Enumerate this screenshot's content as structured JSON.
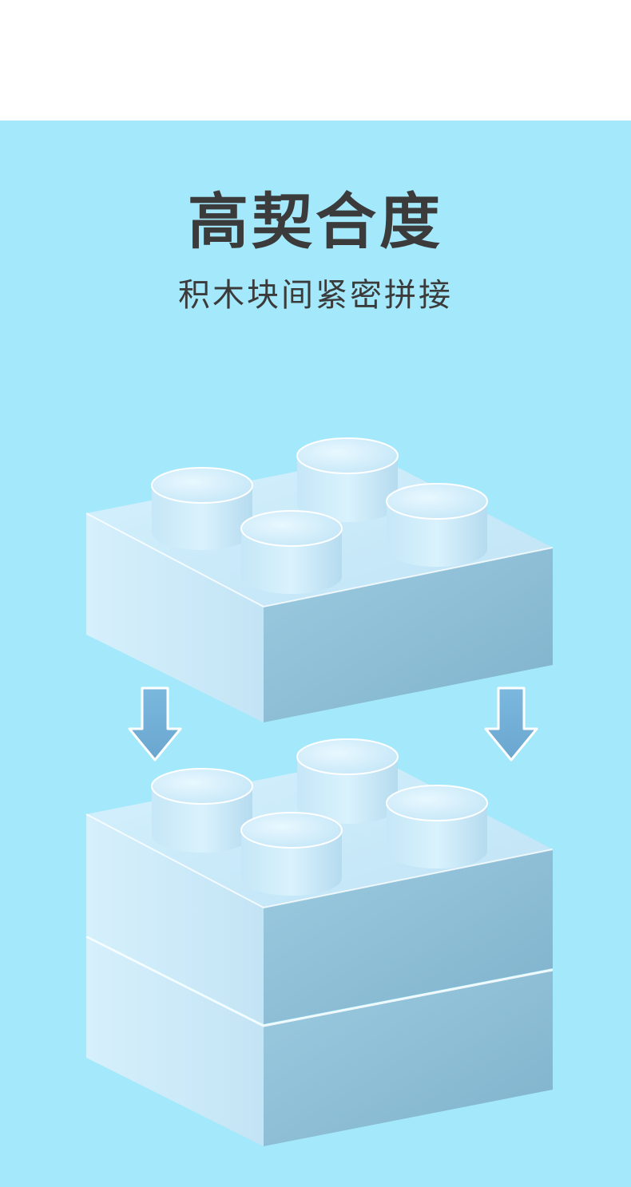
{
  "heading": {
    "title": "高契合度",
    "subtitle": "积木块间紧密拼接"
  },
  "illustration": {
    "blocks": [
      {
        "name": "top-brick",
        "studs": 4,
        "state": "detached"
      },
      {
        "name": "lower-brick-upper",
        "studs": 4,
        "state": "stacked"
      },
      {
        "name": "lower-brick-base",
        "studs": 0,
        "state": "stacked"
      }
    ],
    "arrows": [
      "down-arrow-left",
      "down-arrow-right"
    ]
  },
  "colors": {
    "background": "#a3e9fb",
    "text": "#3b3b3b",
    "brick_top": "#c9ecfb",
    "brick_left": "#cdebfa",
    "brick_right": "#8fbfd6",
    "arrow": "#70aed6"
  }
}
